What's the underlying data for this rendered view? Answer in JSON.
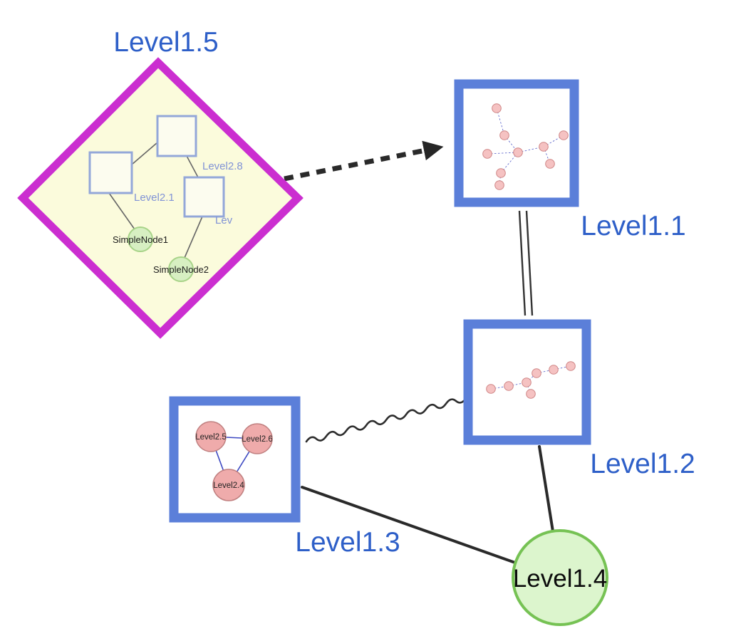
{
  "app": {
    "type": "nested-graph-diagram"
  },
  "nodes": {
    "level15": {
      "label": "Level1.5",
      "shape": "diamond",
      "children": {
        "square_top": {
          "label": "Level2.8"
        },
        "square_left": {
          "label": "Level2.1"
        },
        "square_right": {
          "label": "Lev"
        },
        "simple_node_1": {
          "label": "SimpleNode1"
        },
        "simple_node_2": {
          "label": "SimpleNode2"
        }
      }
    },
    "level11": {
      "label": "Level1.1",
      "shape": "square-frame"
    },
    "level12": {
      "label": "Level1.2",
      "shape": "square-frame"
    },
    "level13": {
      "label": "Level1.3",
      "shape": "square-frame",
      "children": {
        "c5": {
          "label": "Level2.5"
        },
        "c6": {
          "label": "Level2.6"
        },
        "c4": {
          "label": "Level2.4"
        }
      }
    },
    "level14": {
      "label": "Level1.4",
      "shape": "circle"
    }
  },
  "edges": [
    {
      "from": "Level1.5",
      "to": "Level1.1",
      "style": "bold-dashed-arrow"
    },
    {
      "from": "Level1.1",
      "to": "Level1.2",
      "style": "double-line"
    },
    {
      "from": "Level1.3",
      "to": "Level1.2",
      "style": "wavy"
    },
    {
      "from": "Level1.3",
      "to": "Level1.4",
      "style": "solid"
    },
    {
      "from": "Level1.2",
      "to": "Level1.4",
      "style": "solid"
    }
  ],
  "colors": {
    "diamond_border": "#cb2ed0",
    "diamond_fill": "#fbfbdc",
    "box_border": "#5b7fd9",
    "label_blue": "#2e5fc8",
    "inner_label_blue": "#8193d6",
    "pink_fill": "#efabab",
    "pink_border": "#c08080",
    "mini_pink_fill": "#f5c2c2",
    "mini_pink_border": "#cf8585",
    "green_fill": "#dcf5cd",
    "green_border": "#76c254",
    "simple_green_fill": "#d7efc2",
    "simple_green_border": "#a7d388",
    "edge_dark": "#2a2a2a",
    "inner_edge_blue": "#3d49c2",
    "square_fill": "#fcfcef",
    "square_border": "#93a7d9"
  }
}
